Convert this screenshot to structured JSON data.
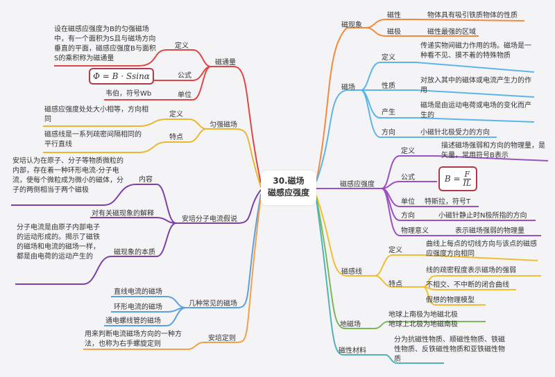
{
  "center": {
    "line1": "30.磁场",
    "line2": "磁感应强度"
  },
  "right": {
    "cixianxiang": {
      "label": "磁现象",
      "cixing": {
        "label": "磁性",
        "desc": "物体具有吸引铁质物体的性质"
      },
      "ciji": {
        "label": "磁极",
        "desc": "磁性最强的区域"
      }
    },
    "cichang": {
      "label": "磁场",
      "dingyi": {
        "label": "定义",
        "desc": "传递实物间磁力作用的场。磁场是一种看不见、摸不着的特殊物质"
      },
      "xingzhi": {
        "label": "性质",
        "desc": "对放入其中的磁体或电流产生力的作用"
      },
      "chansheng": {
        "label": "产生",
        "desc": "磁场是由运动电荷或电场的变化而产生的"
      },
      "fangxiang": {
        "label": "方向",
        "desc": "小磁针北极受力的方向"
      }
    },
    "ganying": {
      "label": "磁感应强度",
      "dingyi": {
        "label": "定义",
        "desc": "描述磁场强弱和方向的物理量，是矢量，常用符号B表示"
      },
      "gongshi": {
        "label": "公式",
        "formula_lhs": "B =",
        "num": "F",
        "den": "IL"
      },
      "danwei": {
        "label": "单位",
        "desc": "特斯拉，符号T"
      },
      "fangxiang": {
        "label": "方向",
        "desc": "小磁针静止时N极所指的方向"
      },
      "yiyi": {
        "label": "物理意义",
        "desc": "表示磁场强弱的物理量"
      }
    },
    "ganxian": {
      "label": "磁感线",
      "dingyi": {
        "label": "定义",
        "desc": "曲线上每点的切线方向与该点的磁感应强度方向相同"
      },
      "tedian": {
        "label": "特点",
        "items": [
          "线的疏密程度表示磁场的强弱",
          "不相交、不中断的闭合曲线",
          "假想的物理模型"
        ]
      }
    },
    "diciChang": {
      "label": "地磁场",
      "lines": [
        "地球上南极为地磁北极",
        "地球上北极为地磁南极"
      ]
    },
    "cailiao": {
      "label": "磁性材料",
      "desc": "分为抗磁性物质、顺磁性物质、铁磁性物质、反铁磁性物质和亚铁磁性物质"
    }
  },
  "left": {
    "citongliang": {
      "label": "磁通量",
      "dingyi": {
        "label": "定义",
        "desc": "设在磁感应强度为B的匀强磁场中，有一个面积为S且与磁场方向垂直的平面，磁感应强度B与面积S的乘积称为磁通量"
      },
      "gongshi": {
        "label": "公式",
        "formula": "Φ = B · Ssinα"
      },
      "danwei": {
        "label": "单位",
        "desc": "韦伯，符号Wb"
      }
    },
    "yunqiang": {
      "label": "匀强磁场",
      "dingyi": {
        "label": "定义",
        "desc": "磁感应强度处处大小相等，方向相同"
      },
      "tedian": {
        "label": "特点",
        "desc": "磁感线是一系列疏密间隔相同的平行直线"
      }
    },
    "anpei": {
      "label": "安培分子电流假说",
      "neirong": {
        "label": "内容",
        "desc": "安培认为在原子、分子等物质微粒的内部，存在着一种环形电流-分子电流，使每个微粒成为微小的磁体，分子的两侧相当于两个磁极"
      },
      "jieshi": {
        "label": "对有关磁现象的解释"
      },
      "benzhi": {
        "label": "磁现象的本质",
        "desc": "分子电流是由原子内部电子的运动形成的。揭示了磁铁的磁场和电流的磁场一样，都是由电荷的运动产生的"
      }
    },
    "changjian": {
      "label": "几种常见的磁场",
      "items": [
        "直线电流的磁场",
        "环形电流的磁场",
        "通电螺线管的磁场"
      ]
    },
    "dingze": {
      "label": "安培定则",
      "desc": "用来判断电流磁场方向的一种方法，也称为右手螺旋定则"
    }
  },
  "colors": {
    "orange": "#f08a3c",
    "blue": "#5bb5e8",
    "purple": "#9b4fc0",
    "yellow": "#f0bd35",
    "green": "#7ab85a",
    "teal": "#4fb3b8",
    "red": "#e04545",
    "gold": "#e8b830",
    "indigo": "#7a3fa8",
    "lblue": "#5a9fe0",
    "lorange": "#f0a04a"
  }
}
